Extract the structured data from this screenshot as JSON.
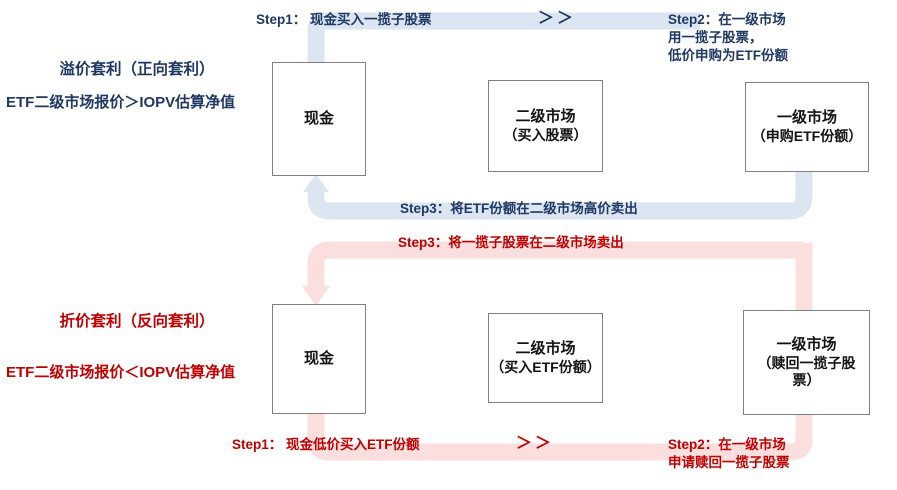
{
  "diagram": {
    "type": "etf-arbitrage-flow",
    "colors": {
      "blue_text": "#1f3864",
      "blue_band": "#dce6f2",
      "red_text": "#c00000",
      "pink_band": "#fbdfdf",
      "box_border": "#808080",
      "box_fill": "#ffffff"
    }
  },
  "premium": {
    "title": "溢价套利（正向套利）",
    "condition": "ETF二级市场报价＞IOPV估算净值",
    "step1": "Step1： 现金买入一揽子股票",
    "chevrons": "＞＞",
    "step2": "Step2：在一级市场\n用一揽子股票，\n低价申购为ETF份额",
    "step3": "Step3：将ETF份额在二级市场高价卖出",
    "nodes": {
      "cash": {
        "line1": "现金"
      },
      "secondary": {
        "line1": "二级市场",
        "line2": "（买入股票）"
      },
      "primary": {
        "line1": "一级市场",
        "line2": "（申购ETF份额）"
      }
    }
  },
  "discount": {
    "title": "折价套利（反向套利）",
    "condition": "ETF二级市场报价＜IOPV估算净值",
    "step1": "Step1： 现金低价买入ETF份额",
    "chevrons": "＞＞",
    "step2": "Step2：在一级市场\n申请赎回一揽子股票",
    "step3": "Step3：将一揽子股票在二级市场卖出",
    "nodes": {
      "cash": {
        "line1": "现金"
      },
      "secondary": {
        "line1": "二级市场",
        "line2": "（买入ETF份额）"
      },
      "primary": {
        "line1": "一级市场",
        "line2": "（赎回一揽子股\n票）"
      }
    }
  }
}
